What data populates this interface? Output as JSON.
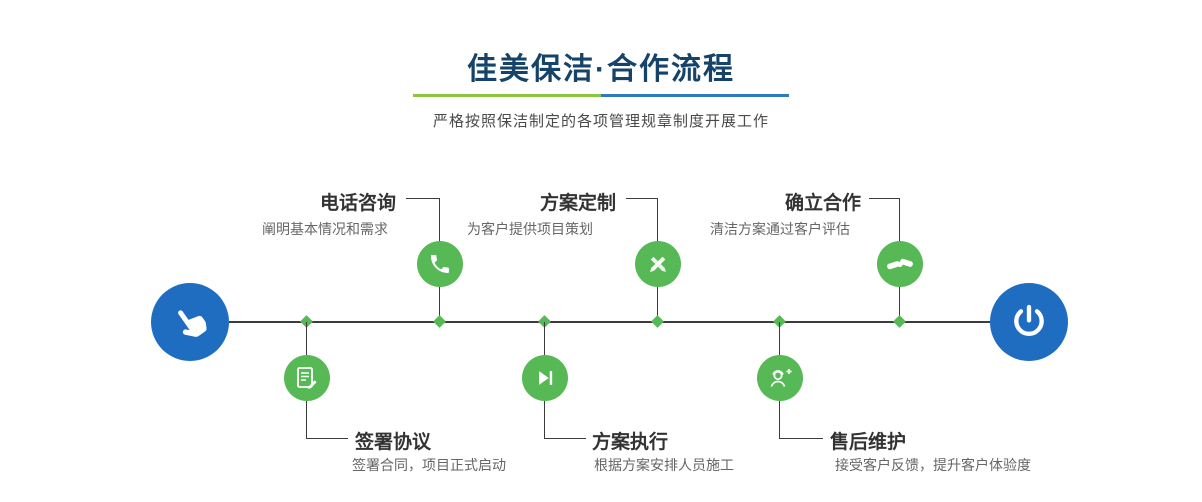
{
  "header": {
    "title": "佳美保洁·合作流程",
    "subtitle": "严格按照保洁制定的各项管理规章制度开展工作"
  },
  "steps_top": [
    {
      "title": "电话咨询",
      "desc": "阐明基本情况和需求",
      "icon": "phone-icon"
    },
    {
      "title": "方案定制",
      "desc": "为客户提供项目策划",
      "icon": "design-tools-icon"
    },
    {
      "title": "确立合作",
      "desc": "清洁方案通过客户评估",
      "icon": "handshake-icon"
    }
  ],
  "steps_bottom": [
    {
      "title": "签署协议",
      "desc": "签署合同，项目正式启动",
      "icon": "contract-sign-icon"
    },
    {
      "title": "方案执行",
      "desc": "根据方案安排人员施工",
      "icon": "play-forward-icon"
    },
    {
      "title": "售后维护",
      "desc": "接受客户反馈，提升客户体验度",
      "icon": "customer-service-icon"
    }
  ],
  "endpoints": {
    "start_icon": "pointing-hand-icon",
    "end_icon": "power-icon"
  },
  "colors": {
    "title_navy": "#16436a",
    "step_green": "#56b956",
    "node_blue": "#1f6dc1",
    "divider_green": "#8cc63f",
    "divider_blue": "#2e7abf",
    "line_dark": "#3c3c3c"
  }
}
